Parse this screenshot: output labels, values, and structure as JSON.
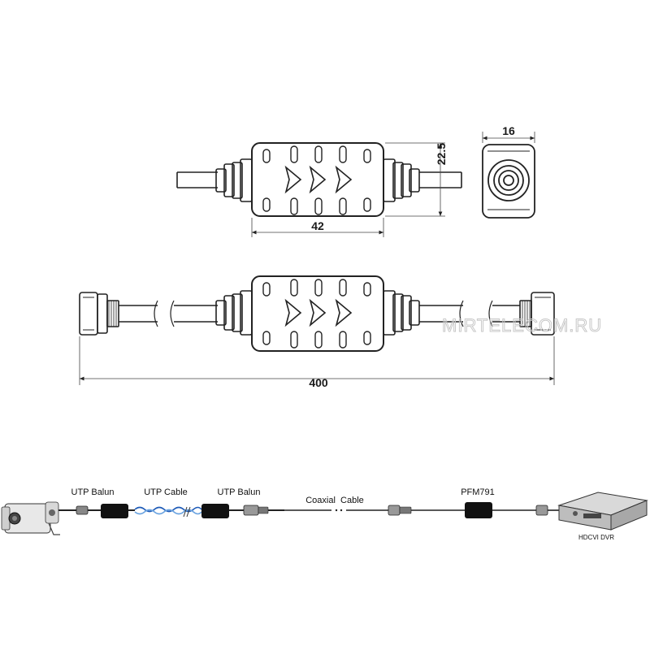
{
  "dimensions": {
    "height": "22.5",
    "width": "16",
    "length": "42",
    "total": "400"
  },
  "watermark": "MIRTELECOM.RU",
  "connection": {
    "utp_balun_left": "UTP Balun",
    "utp_cable": "UTP Cable",
    "utp_balun_right": "UTP Balun",
    "coaxial_cable": "Coaxial  Cable",
    "pfm": "PFM791",
    "dvr": "HDCVI DVR"
  }
}
